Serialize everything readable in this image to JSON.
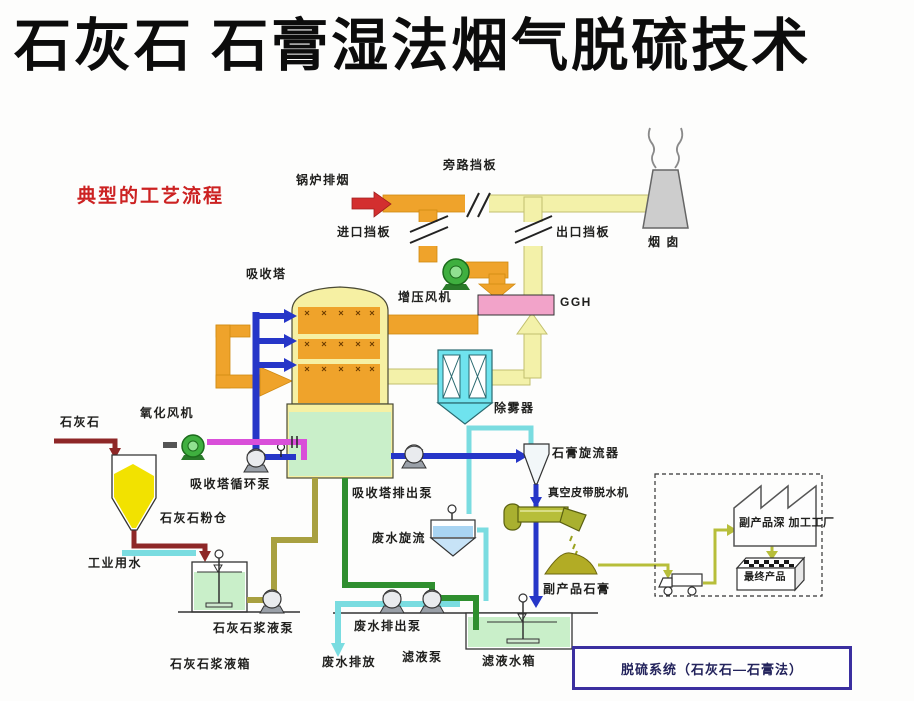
{
  "title": "石灰石 石膏湿法烟气脱硫技术",
  "diagram": {
    "heading": "典型的工艺流程",
    "labels": {
      "boiler_exhaust": "锅炉排烟",
      "bypass_damper": "旁路挡板",
      "inlet_damper": "进口挡板",
      "outlet_damper": "出口挡板",
      "chimney": "烟 囱",
      "absorber": "吸收塔",
      "booster_fan": "增压风机",
      "ggh": "GGH",
      "demister": "除雾器",
      "limestone": "石灰石",
      "oxidation_fan": "氧化风机",
      "absorber_circulation_pump": "吸收塔循环泵",
      "limestone_silo": "石灰石粉仓",
      "industrial_water": "工业用水",
      "limestone_slurry_pump": "石灰石浆液泵",
      "limestone_slurry_tank": "石灰石浆液箱",
      "absorber_discharge_pump": "吸收塔排出泵",
      "wastewater_cyclone": "废水旋流",
      "gypsum_cyclone": "石膏旋流器",
      "vacuum_belt_dewatering": "真空皮带脱水机",
      "byproduct_gypsum": "副产品石膏",
      "wastewater_discharge_pump": "废水排出泵",
      "wastewater_discharge": "废水排放",
      "filtrate_pump": "滤液泵",
      "filtrate_tank": "滤液水箱",
      "byproduct_factory": "副产品深 加工工厂",
      "final_product": "最终产品",
      "system_caption": "脱硫系统（石灰石—石膏法）"
    },
    "colors": {
      "duct_orange": "#EFA32B",
      "clean_gas_yellow": "#F3F1A9",
      "ggh_pink": "#F2A3C9",
      "demister_cyan": "#6FE3EE",
      "slurry_green": "#C9EFC9",
      "slurry_pipe_blue": "#2636C8",
      "oxidation_air_magenta": "#D94FD9",
      "water_cyan": "#7ADCE0",
      "filtrate_green": "#2F8F2F",
      "limestone_slurry_olive": "#A8A040",
      "limestone_feed_darkred": "#8E2727",
      "flue_gas_red": "#D32F2F",
      "heading_red": "#CC2222",
      "caption_border_blue": "#3B2FA0",
      "belt_olive": "#A9B030",
      "chimney_gray": "#CDCDCD"
    }
  }
}
